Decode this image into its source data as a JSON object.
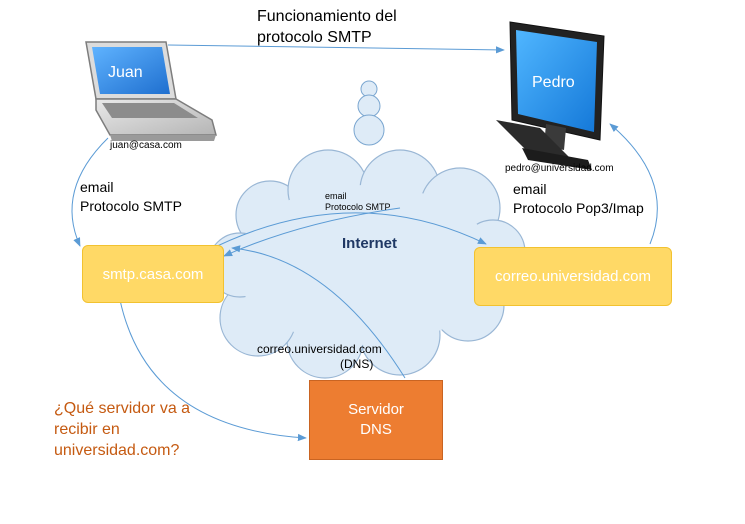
{
  "title": {
    "line1": "Funcionamiento del",
    "line2": "protocolo SMTP"
  },
  "laptop": {
    "label": "Juan",
    "email": "juan@casa.com"
  },
  "monitor": {
    "label": "Pedro",
    "email": "pedro@universidad.com"
  },
  "left_link": {
    "line1": "email",
    "line2": "Protocolo SMTP"
  },
  "right_link": {
    "line1": "email",
    "line2": "Protocolo Pop3/Imap"
  },
  "cloud": {
    "label": "Internet",
    "email_small_1": "email",
    "email_small_2": "Protocolo SMTP",
    "dns_query_1": "correo.universidad.com",
    "dns_query_2": "(DNS)"
  },
  "smtp_server": {
    "label": "smtp.casa.com"
  },
  "mail_server": {
    "label": "correo.universidad.com"
  },
  "dns_server": {
    "line1": "Servidor",
    "line2": "DNS"
  },
  "question": {
    "line1": "¿Qué servidor va a",
    "line2": "recibir en",
    "line3": "universidad.com?"
  },
  "colors": {
    "box_yellow": "#FFD966",
    "box_yellow_border": "#F2C230",
    "dns_orange": "#ED7D31",
    "arrow_blue": "#5B9BD5",
    "screen_blue": "#2E8BE6",
    "question_orange": "#C55A11",
    "cloud_fill": "#DEEBF7"
  }
}
